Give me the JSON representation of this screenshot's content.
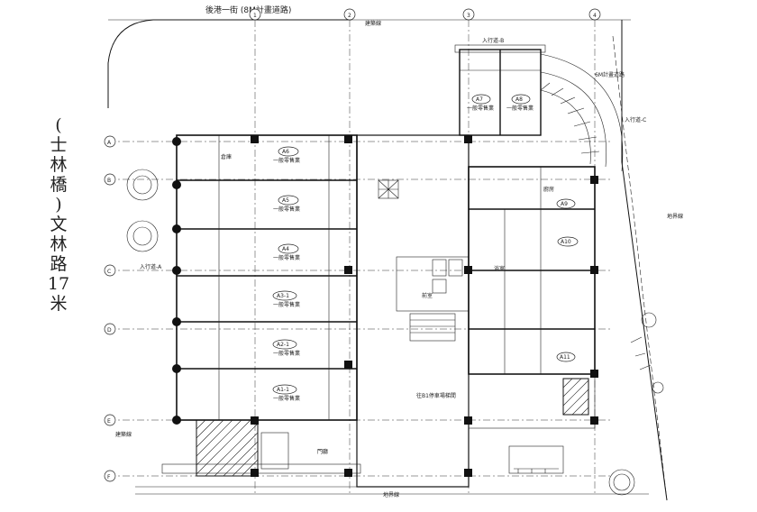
{
  "street_name": {
    "chars": [
      "(",
      "士",
      "林",
      "橋",
      ")",
      "文",
      "林",
      "路",
      "17",
      "米"
    ]
  },
  "title_partial": "後港一街 (8M計畫道路)",
  "grid": {
    "rows": [
      "A",
      "B",
      "C",
      "D",
      "E",
      "F"
    ],
    "cols": [
      "1",
      "2",
      "3",
      "4"
    ]
  },
  "units": [
    {
      "id": "A6",
      "use": "一般零售業"
    },
    {
      "id": "A5",
      "use": "一般零售業"
    },
    {
      "id": "A4",
      "use": "一般零售業"
    },
    {
      "id": "A3-1",
      "use": "一般零售業"
    },
    {
      "id": "A2-1",
      "use": "一般零售業"
    },
    {
      "id": "A1-1",
      "use": "一般零售業"
    },
    {
      "id": "A7",
      "use": "一般零售業"
    },
    {
      "id": "A8",
      "use": "一般零售業"
    },
    {
      "id": "A9",
      "use": ""
    },
    {
      "id": "A10",
      "use": ""
    },
    {
      "id": "A11",
      "use": ""
    }
  ],
  "labels": {
    "building_line_top": "建築線",
    "building_line_left": "建築線",
    "boundary_right": "地界線",
    "boundary_bottom": "地界線",
    "entrance_a": "入行道-A",
    "entrance_b": "入行道-B",
    "entrance_c": "入行道-C",
    "gate": "門廳",
    "storage": "倉庫",
    "kitchen": "廚房",
    "bath": "浴室",
    "anteroom": "前室",
    "stair_note": "往B1停車場梯間",
    "road_note": "6M計畫道路"
  }
}
